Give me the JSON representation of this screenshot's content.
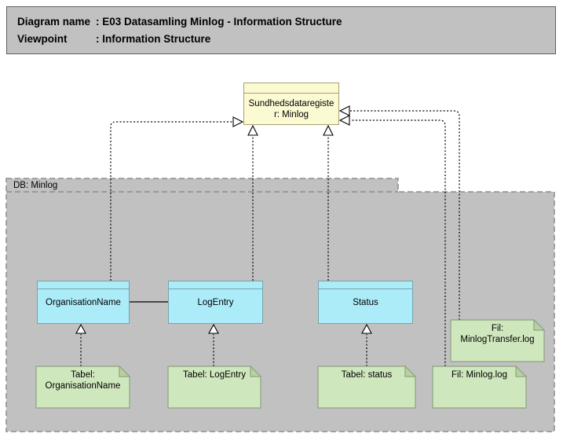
{
  "header": {
    "rows": [
      {
        "label": "Diagram name",
        "value": ": E03 Datasamling Minlog - Information Structure"
      },
      {
        "label": "Viewpoint",
        "value": ": Information Structure"
      }
    ]
  },
  "group": {
    "label": "DB: Minlog"
  },
  "business_object": {
    "line1": "Sundhedsdataregiste",
    "line2": "r: Minlog"
  },
  "entities": [
    {
      "label": "OrganisationName"
    },
    {
      "label": "LogEntry"
    },
    {
      "label": "Status"
    }
  ],
  "notes": [
    {
      "line1": "Tabel:",
      "line2": "OrganisationName"
    },
    {
      "line1": "Tabel: LogEntry",
      "line2": ""
    },
    {
      "line1": "Tabel: status",
      "line2": ""
    },
    {
      "line1": "Fil: Minlog.log",
      "line2": ""
    },
    {
      "line1": "Fil:",
      "line2": "MinlogTransfer.log"
    }
  ],
  "colors": {
    "header_fill": "#c1c1c1",
    "group_fill": "#c1c1c1",
    "group_border": "#8d8d8d",
    "business_fill": "#fcfad3",
    "business_border": "#a5a071",
    "entity_fill": "#abecf8",
    "entity_border": "#75a3ab",
    "note_fill": "#cfe7bd",
    "note_fold": "#b7d2a1",
    "note_border": "#8da283",
    "connector": "#000000"
  }
}
